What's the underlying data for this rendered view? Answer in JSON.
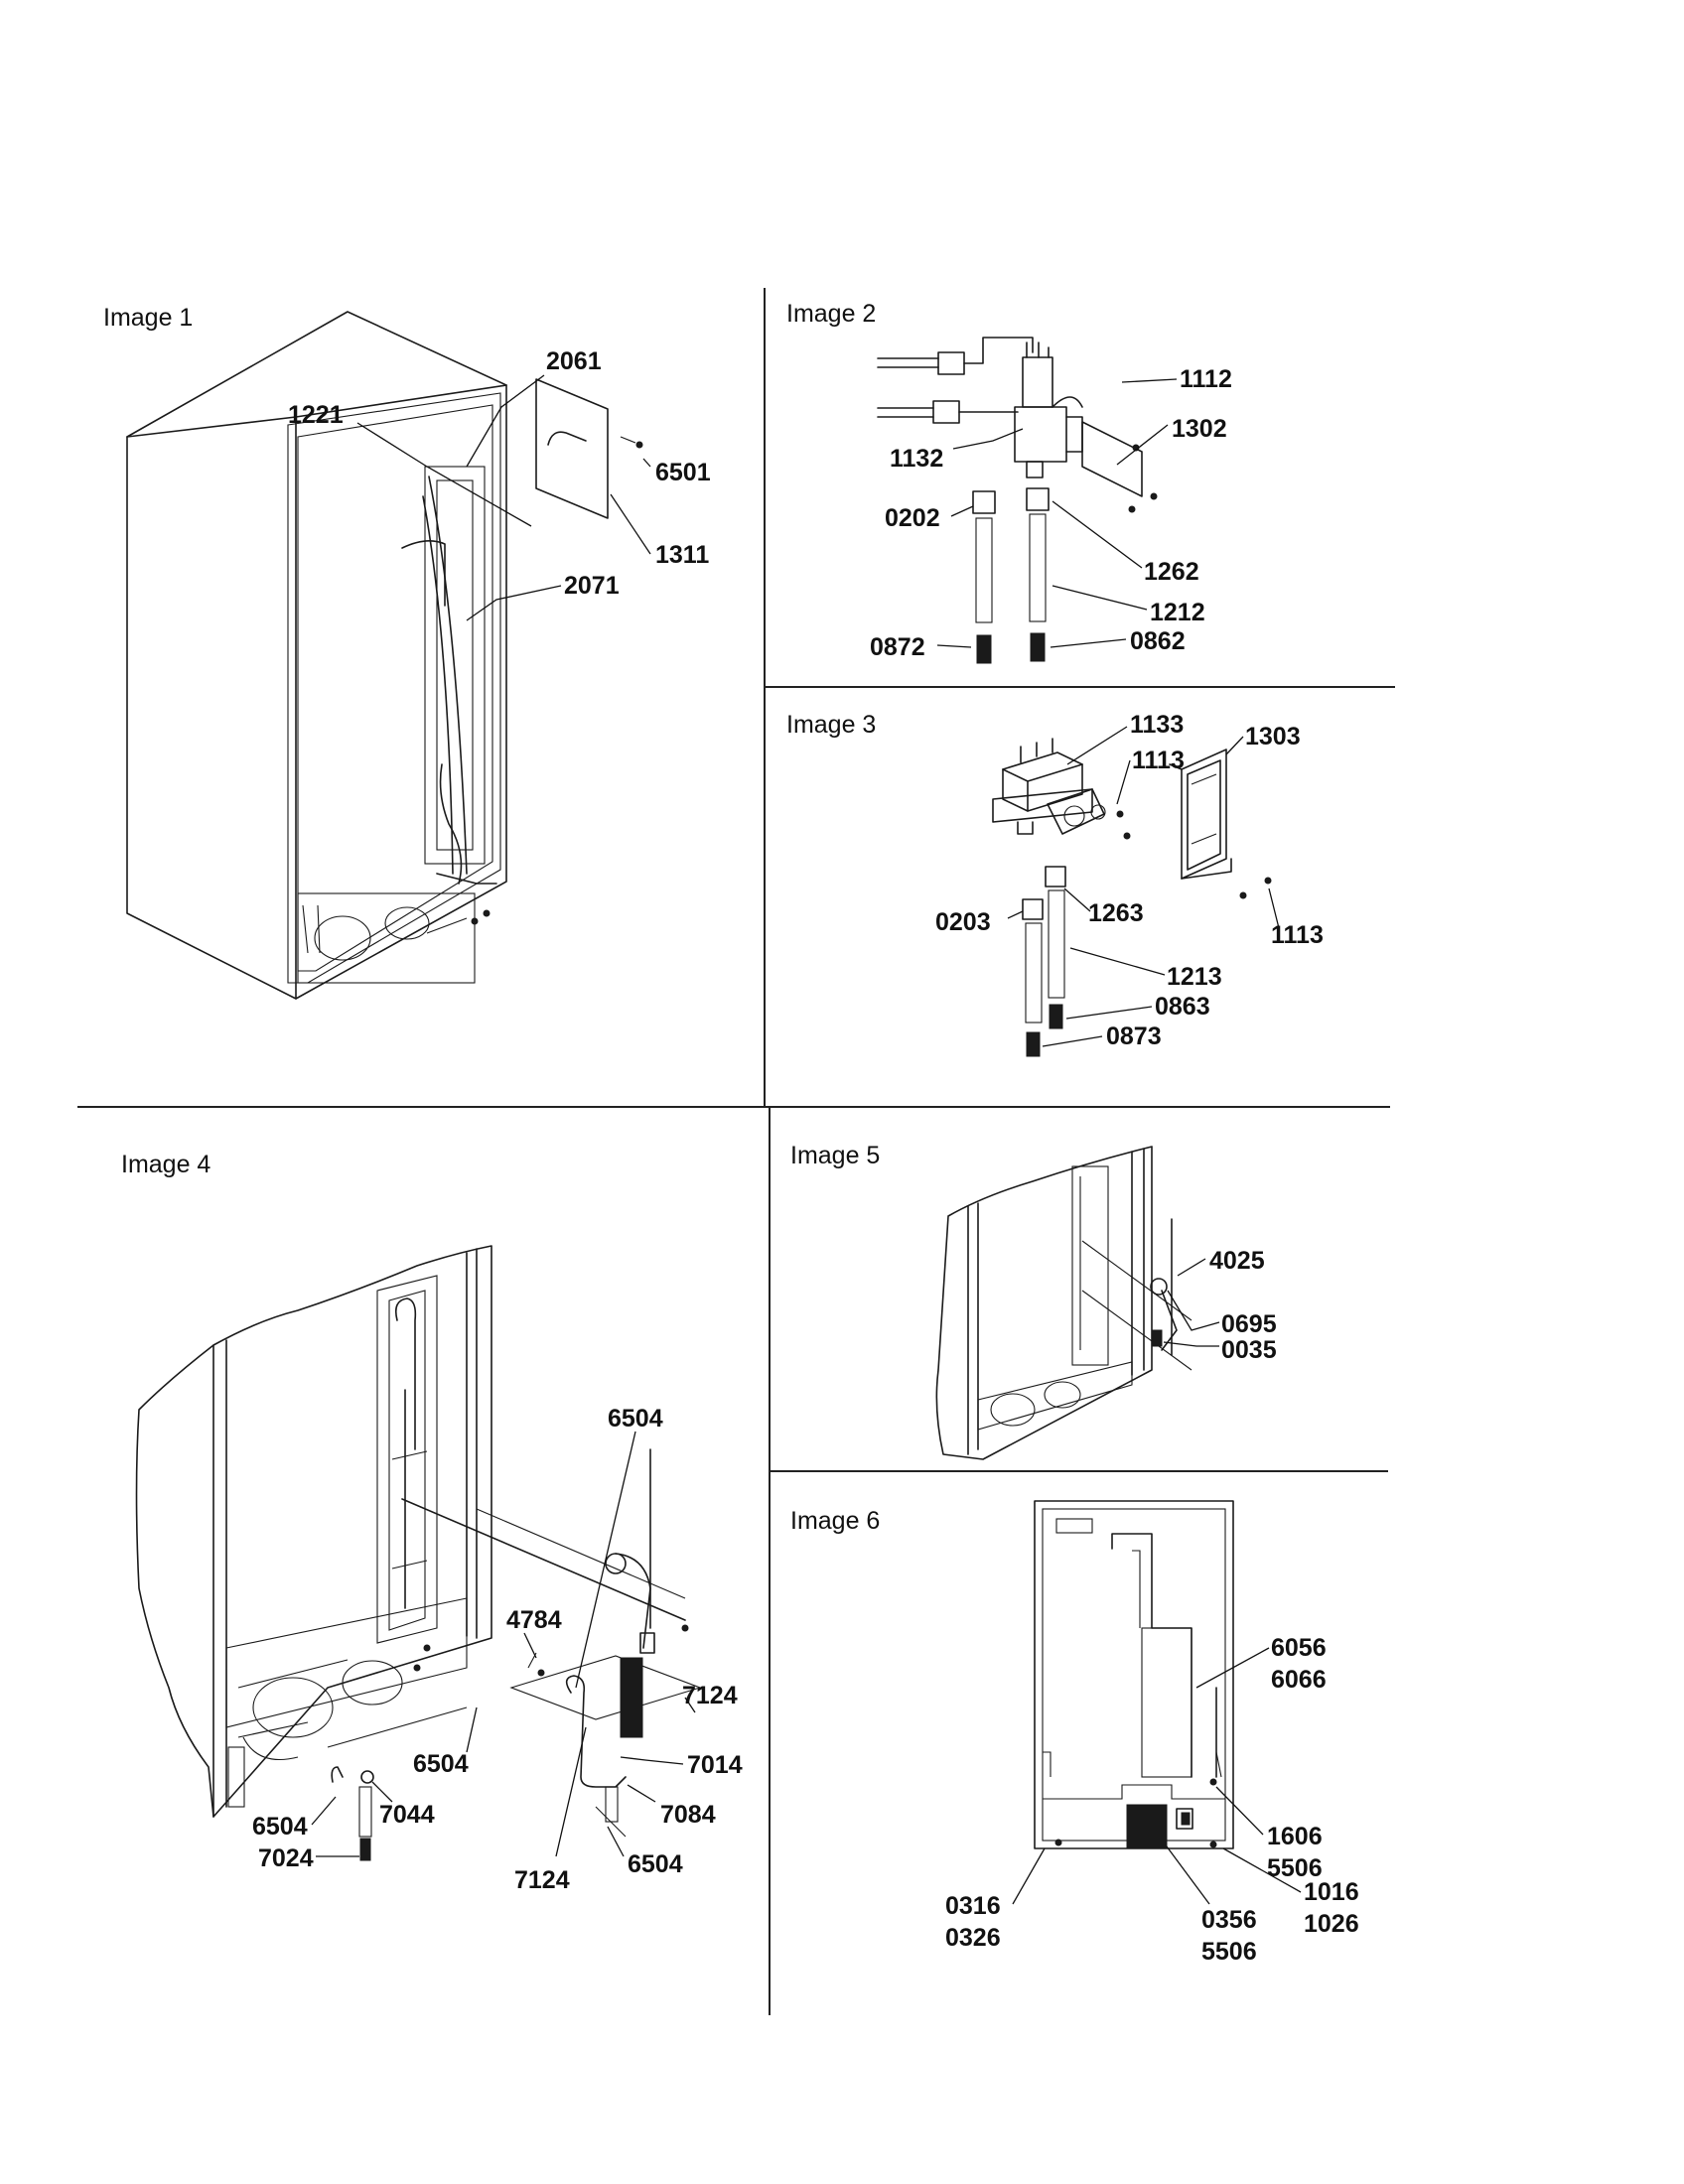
{
  "panels": {
    "image1": {
      "title": "Image 1",
      "callouts": [
        "2061",
        "1221",
        "6501",
        "1311",
        "2071"
      ]
    },
    "image2": {
      "title": "Image 2",
      "callouts": [
        "1112",
        "1302",
        "1132",
        "0202",
        "1262",
        "1212",
        "0872",
        "0862"
      ]
    },
    "image3": {
      "title": "Image 3",
      "callouts": [
        "1133",
        "1113",
        "1303",
        "1263",
        "0203",
        "1113",
        "1213",
        "0863",
        "0873"
      ]
    },
    "image4": {
      "title": "Image 4",
      "callouts": [
        "6504",
        "4784",
        "7124",
        "7014",
        "6504",
        "6504",
        "7044",
        "7084",
        "7024",
        "7124",
        "6504"
      ]
    },
    "image5": {
      "title": "Image 5",
      "callouts": [
        "4025",
        "0695",
        "0035"
      ]
    },
    "image6": {
      "title": "Image 6",
      "callouts": [
        [
          "6056",
          "6066"
        ],
        [
          "1606",
          "5506"
        ],
        [
          "1016",
          "1026"
        ],
        [
          "0316",
          "0326"
        ],
        [
          "0356",
          "5506"
        ]
      ]
    }
  }
}
